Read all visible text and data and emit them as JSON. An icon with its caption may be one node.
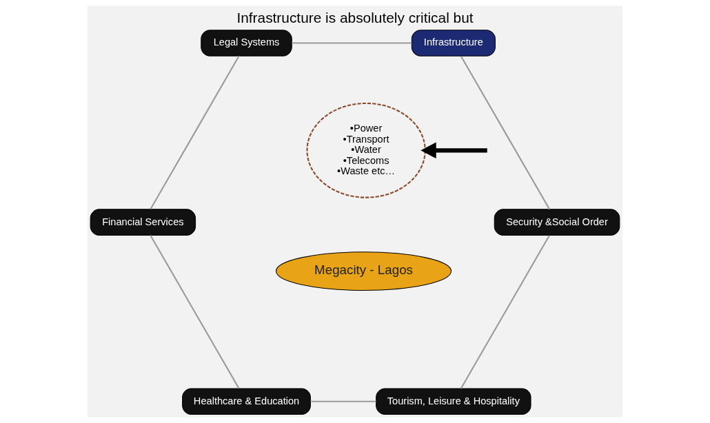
{
  "diagram": {
    "title": "Infrastructure is absolutely critical but",
    "nodes": [
      {
        "text": [
          "Tourism, Leisure & Hospitality"
        ]
      },
      {
        "text": [
          "Healthcare & Education"
        ]
      },
      {
        "text": [
          "Financial Services"
        ]
      },
      {
        "text": [
          "Legal Systems"
        ]
      },
      {
        "text": [
          "Infrastructure"
        ]
      },
      {
        "text": [
          "Security &Social Order"
        ]
      },
      {
        "text": [
          "Megacity - Lagos"
        ]
      },
      {
        "text": [
          "•Power",
          "•Transport",
          "•Water",
          "•Telecoms",
          "•Waste etc…"
        ]
      }
    ],
    "edges": [
      {
        "from": 0,
        "to": 1,
        "arrow": "none"
      },
      {
        "from": 1,
        "to": 2,
        "arrow": "none"
      },
      {
        "from": 2,
        "to": 3,
        "arrow": "none"
      },
      {
        "from": 3,
        "to": 4,
        "arrow": "none"
      },
      {
        "from": 4,
        "to": 5,
        "arrow": "none"
      },
      {
        "from": 5,
        "to": 0,
        "arrow": "none"
      },
      {
        "from": null,
        "to": 7,
        "arrow": "to",
        "style": "thick",
        "color": "#000000"
      }
    ]
  }
}
